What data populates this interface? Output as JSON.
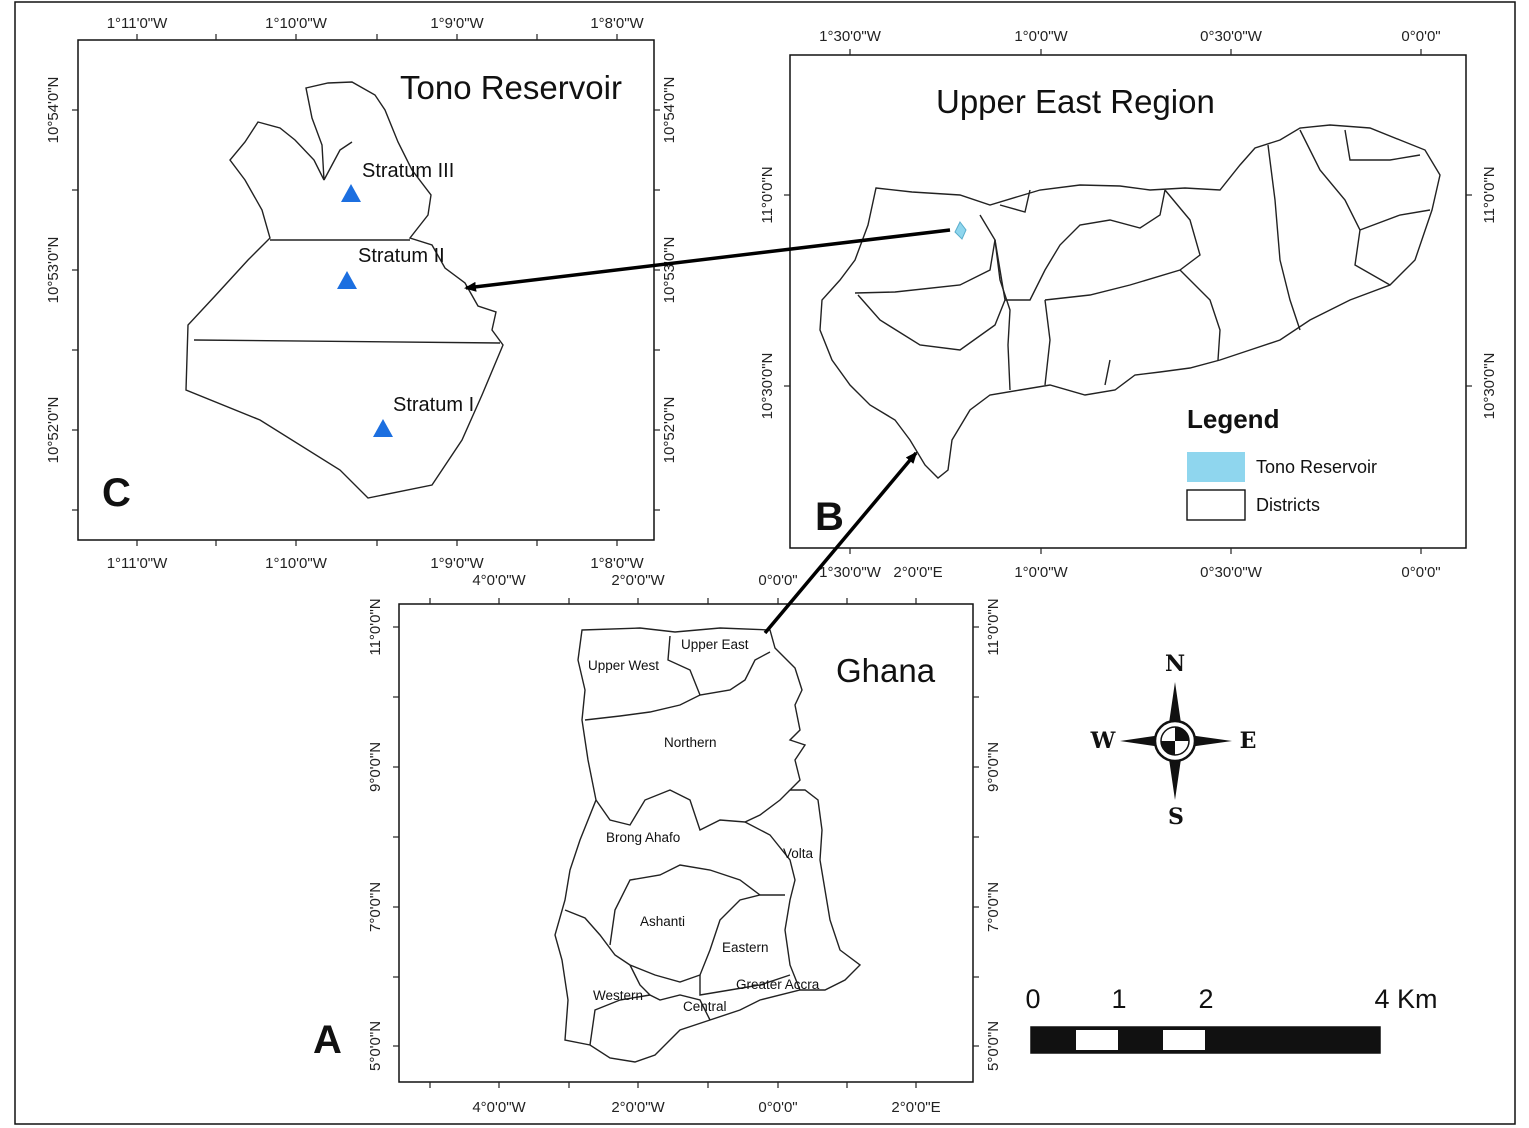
{
  "panels": {
    "A": {
      "letter": "A",
      "title": "Ghana",
      "ticks_top": [
        "4°0'0\"W",
        "2°0'0\"W",
        "0°0'0\""
      ],
      "ticks_bottom": [
        "4°0'0\"W",
        "2°0'0\"W",
        "0°0'0\"",
        "2°0'0\"E"
      ],
      "ticks_left": [
        "11°0'0\"N",
        "9°0'0\"N",
        "7°0'0\"N",
        "5°0'0\"N"
      ],
      "ticks_right": [
        "11°0'0\"N",
        "9°0'0\"N",
        "7°0'0\"N",
        "5°0'0\"N"
      ],
      "regions": [
        "Upper East",
        "Upper West",
        "Northern",
        "Brong Ahafo",
        "Volta",
        "Ashanti",
        "Eastern",
        "Greater Accra",
        "Western",
        "Central"
      ]
    },
    "B": {
      "letter": "B",
      "title": "Upper East Region",
      "ticks_top": [
        "1°30'0\"W",
        "1°0'0\"W",
        "0°30'0\"W",
        "0°0'0\""
      ],
      "ticks_bottom": [
        "1°30'0\"W",
        "2°0'0\"E",
        "1°0'0\"W",
        "0°30'0\"W",
        "0°0'0\""
      ],
      "ticks_left": [
        "11°0'0\"N",
        "10°30'0\"N"
      ],
      "ticks_right": [
        "11°0'0\"N",
        "10°30'0\"N"
      ],
      "legend": {
        "title": "Legend",
        "items": [
          {
            "label": "Tono Reservoir",
            "color": "#8fd6ee"
          },
          {
            "label": "Districts",
            "color": "#ffffff"
          }
        ]
      }
    },
    "C": {
      "letter": "C",
      "title": "Tono Reservoir",
      "ticks_top": [
        "1°11'0\"W",
        "1°10'0\"W",
        "1°9'0\"W",
        "1°8'0\"W"
      ],
      "ticks_bottom": [
        "1°11'0\"W",
        "1°10'0\"W",
        "1°9'0\"W",
        "1°8'0\"W"
      ],
      "ticks_left": [
        "10°54'0\"N",
        "10°53'0\"N",
        "10°52'0\"N"
      ],
      "ticks_right": [
        "10°54'0\"N",
        "10°53'0\"N",
        "10°52'0\"N"
      ],
      "strata": [
        "Stratum III",
        "Stratum II",
        "Stratum I"
      ],
      "marker_color": "#1c6fe0"
    }
  },
  "compass": {
    "n": "N",
    "s": "S",
    "e": "E",
    "w": "W"
  },
  "scale_bar": {
    "labels": [
      "0",
      "1",
      "2",
      "4 Km"
    ]
  }
}
